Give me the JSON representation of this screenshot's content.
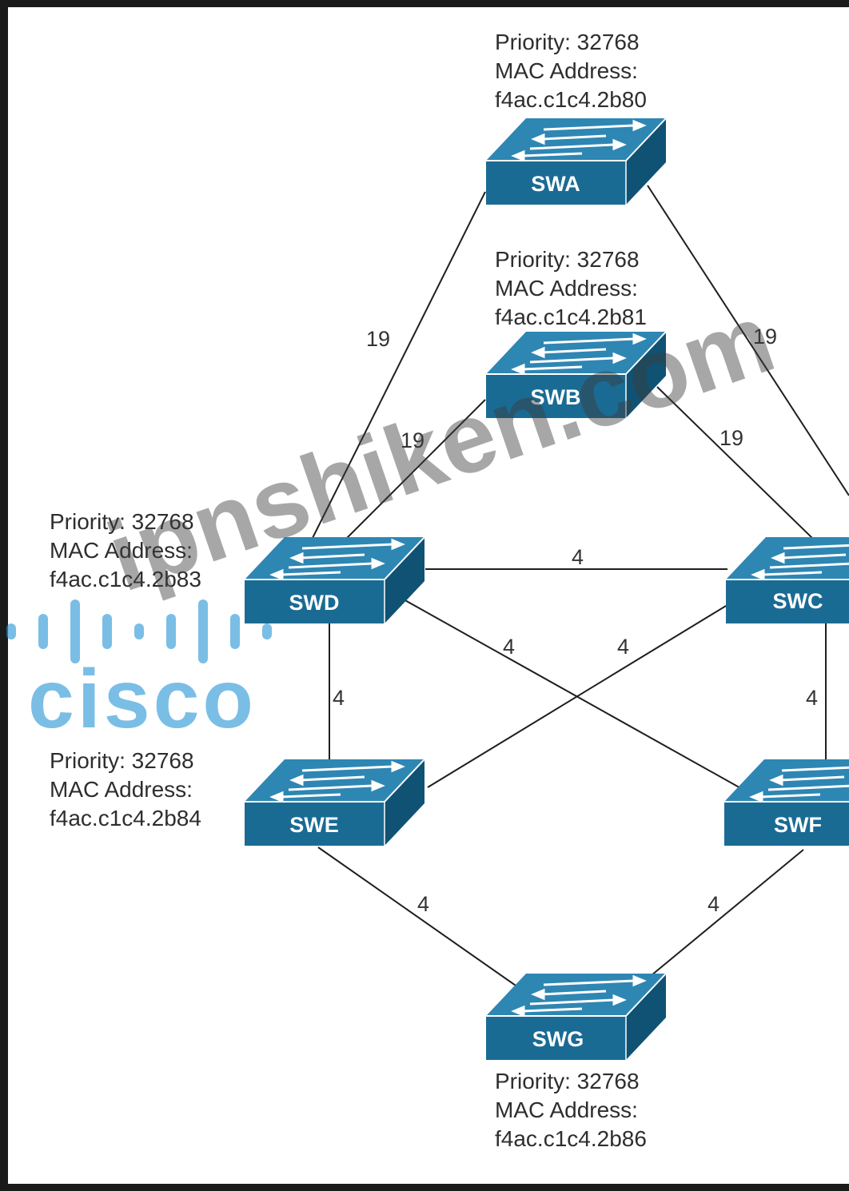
{
  "switches": {
    "swa": {
      "name": "SWA",
      "info": [
        "Priority: 32768",
        "MAC Address:",
        "f4ac.c1c4.2b80"
      ]
    },
    "swb": {
      "name": "SWB",
      "info": [
        "Priority: 32768",
        "MAC Address:",
        "f4ac.c1c4.2b81"
      ]
    },
    "swc": {
      "name": "SWC"
    },
    "swd": {
      "name": "SWD",
      "info": [
        "Priority: 32768",
        "MAC Address:",
        "f4ac.c1c4.2b83"
      ]
    },
    "swe": {
      "name": "SWE",
      "info": [
        "Priority: 32768",
        "MAC Address:",
        "f4ac.c1c4.2b84"
      ]
    },
    "swf": {
      "name": "SWF"
    },
    "swg": {
      "name": "SWG",
      "info": [
        "Priority: 32768",
        "MAC Address:",
        "f4ac.c1c4.2b86"
      ]
    }
  },
  "links": {
    "swa_swd": "19",
    "swa_swc": "19",
    "swb_swd": "19",
    "swb_swc": "19",
    "swd_swc": "4",
    "swd_swe": "4",
    "swd_swf": "4",
    "swc_swe": "4",
    "swc_swf": "4",
    "swe_swg": "4",
    "swf_swg": "4"
  },
  "watermark": {
    "logo": "cisco",
    "site": "ipnshiken.com"
  },
  "colors": {
    "switch_front": "#1a6b94",
    "switch_top": "#2e86b3",
    "switch_side": "#0f5274",
    "link": "#1e1e1e"
  }
}
